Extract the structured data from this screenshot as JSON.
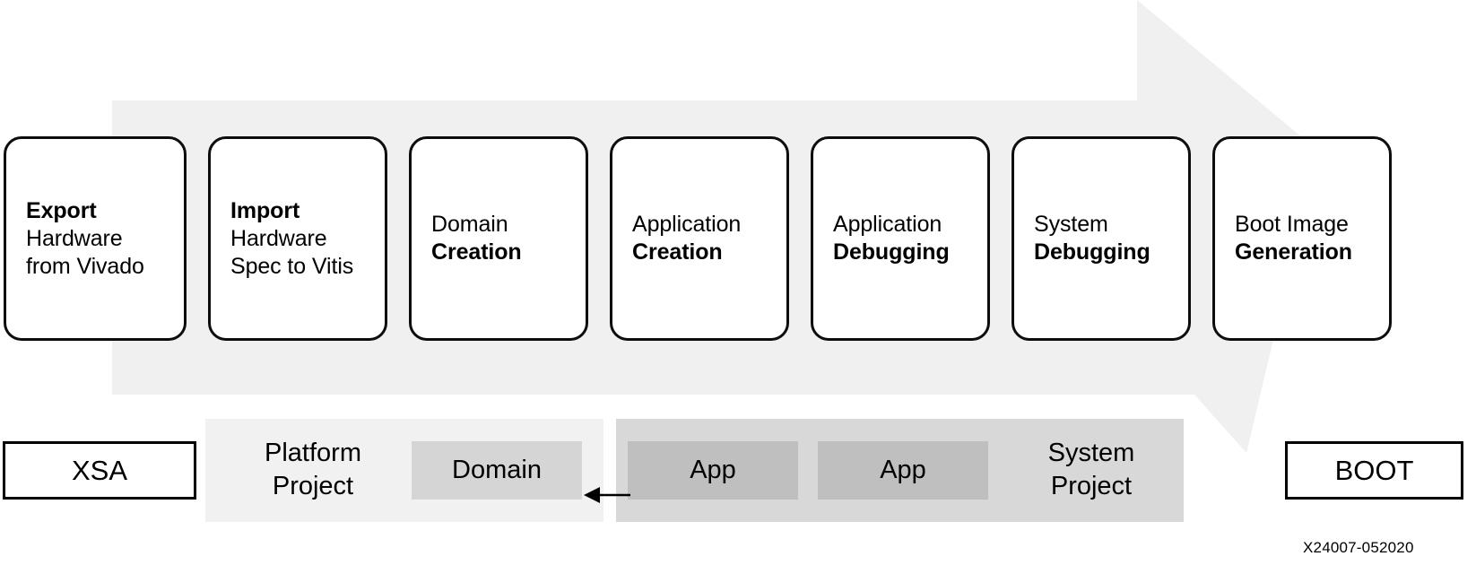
{
  "figure": {
    "caption": "X24007-052020",
    "colors": {
      "arrow_band": "#f0f0f0",
      "platform_band": "#f1f1f1",
      "system_band": "#d8d8d8",
      "domain_chip": "#d5d5d5",
      "app_chip": "#bfbfbf",
      "outline": "#0d0d0d",
      "background": "#ffffff"
    }
  },
  "flow": {
    "arrow_name": "vitis-design-flow-arrow",
    "stages": [
      {
        "id": "export-hardware",
        "top": "Export",
        "top_bold": true,
        "bottom": "Hardware\nfrom Vivado",
        "bottom_bold": false
      },
      {
        "id": "import-hardware",
        "top": "Import",
        "top_bold": true,
        "bottom": "Hardware\nSpec to Vitis",
        "bottom_bold": false
      },
      {
        "id": "domain-creation",
        "top": "Domain",
        "top_bold": false,
        "bottom": "Creation",
        "bottom_bold": true
      },
      {
        "id": "application-creation",
        "top": "Application",
        "top_bold": false,
        "bottom": "Creation",
        "bottom_bold": true
      },
      {
        "id": "application-debugging",
        "top": "Application",
        "top_bold": false,
        "bottom": "Debugging",
        "bottom_bold": true
      },
      {
        "id": "system-debugging",
        "top": "System",
        "top_bold": false,
        "bottom": "Debugging",
        "bottom_bold": true
      },
      {
        "id": "boot-image-generation",
        "top": "Boot Image",
        "top_bold": false,
        "bottom": "Generation",
        "bottom_bold": true
      }
    ]
  },
  "artifacts": {
    "xsa_label": "XSA",
    "boot_label": "BOOT",
    "platform_project_label": "Platform\nProject",
    "system_project_label": "System\nProject",
    "domain_chip_label": "Domain",
    "app_chip_1_label": "App",
    "app_chip_2_label": "App"
  }
}
